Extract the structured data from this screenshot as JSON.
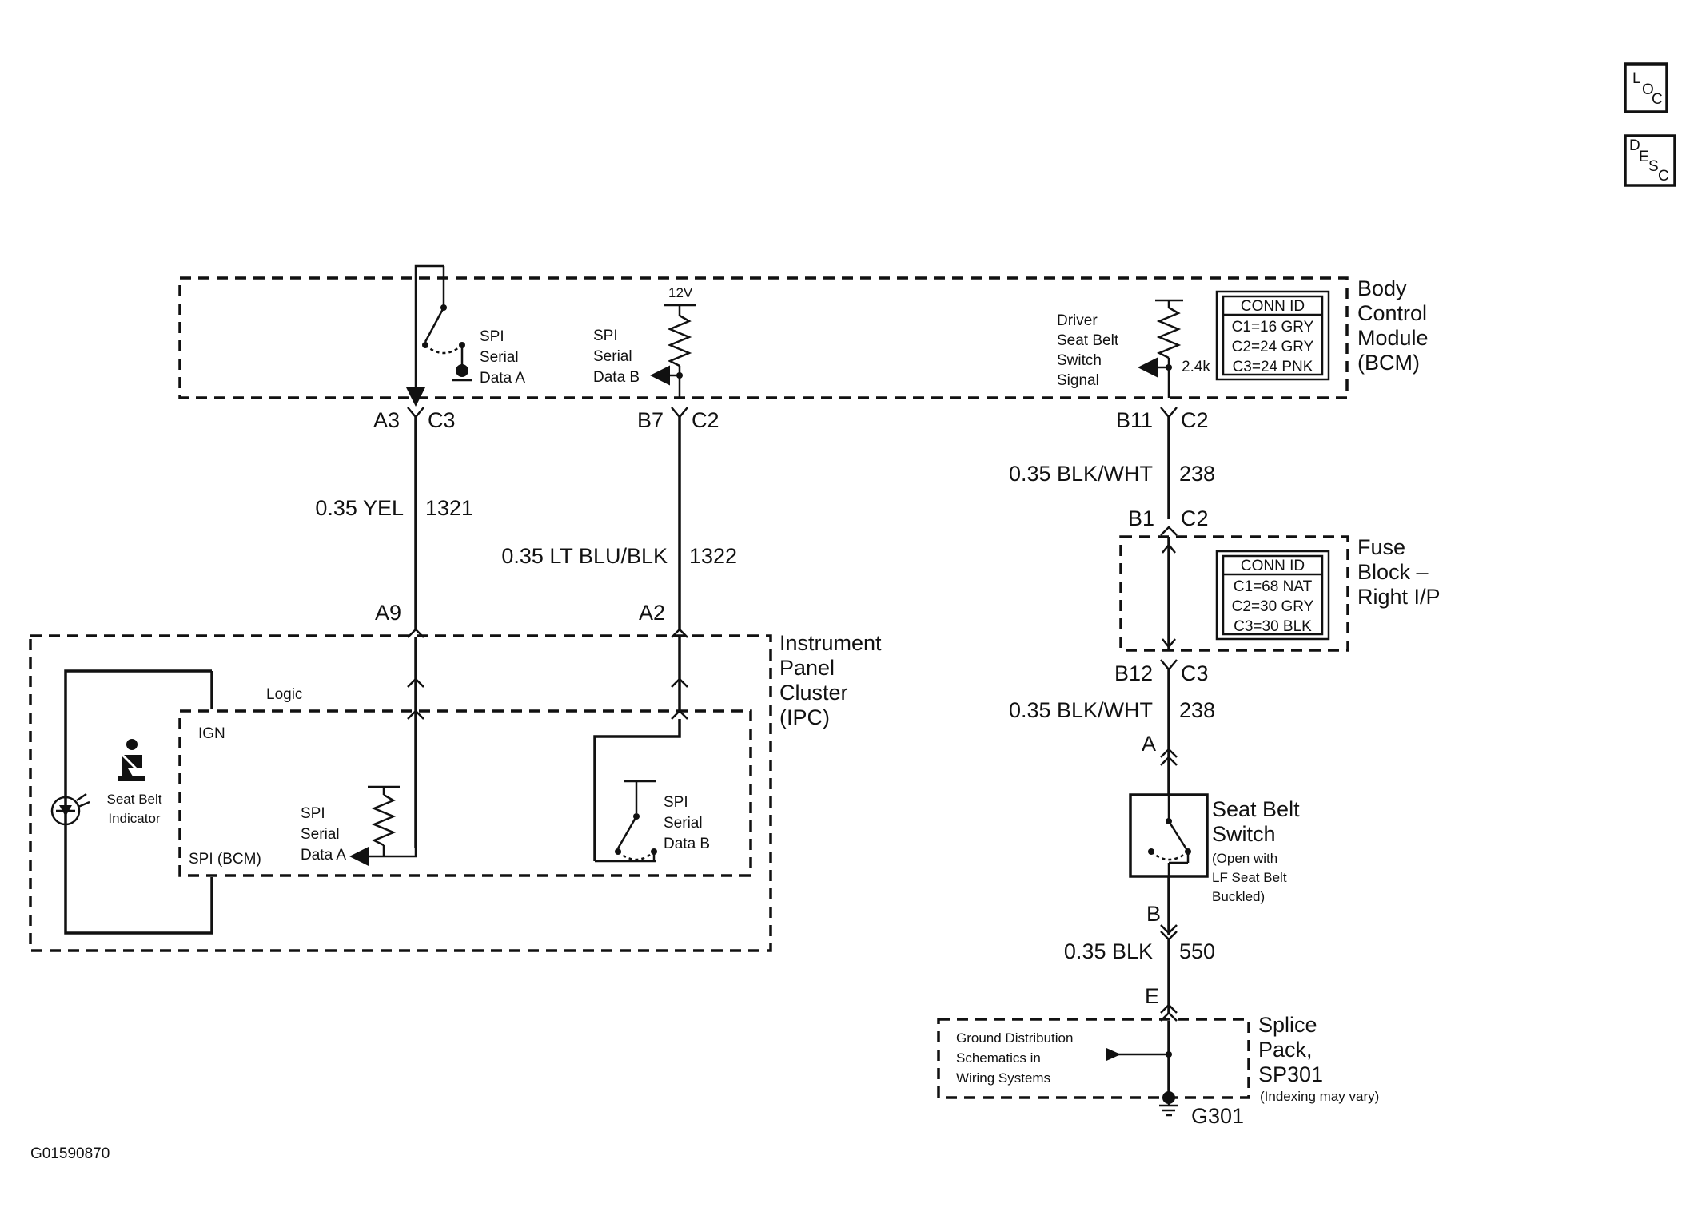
{
  "side_icons": {
    "loc": {
      "main": "L",
      "sub1": "O",
      "sub2": "C"
    },
    "desc": {
      "main": "D",
      "sub1": "E",
      "sub2": "S",
      "sub3": "C"
    }
  },
  "bcm": {
    "name_lines": [
      "Body",
      "Control",
      "Module",
      "(BCM)"
    ],
    "spi_a_lines": [
      "SPI",
      "Serial",
      "Data A"
    ],
    "spi_b_lines": [
      "SPI",
      "Serial",
      "Data B"
    ],
    "voltage": "12V",
    "driver_lines": [
      "Driver",
      "Seat Belt",
      "Switch",
      "Signal"
    ],
    "resistor": "2.4k",
    "conn_title": "CONN ID",
    "conn_rows": [
      "C1=16 GRY",
      "C2=24 GRY",
      "C3=24 PNK"
    ]
  },
  "wires": {
    "w1": {
      "top_pin": "A3",
      "top_conn": "C3",
      "gauge_color": "0.35 YEL",
      "circuit": "1321",
      "bottom_pin": "A9"
    },
    "w2": {
      "top_pin": "B7",
      "top_conn": "C2",
      "gauge_color": "0.35 LT BLU/BLK",
      "circuit": "1322",
      "bottom_pin": "A2"
    },
    "w3": {
      "top_pin": "B11",
      "top_conn": "C2",
      "gauge_color": "0.35 BLK/WHT",
      "circuit": "238",
      "fuse_pin": "B1",
      "fuse_conn": "C2"
    },
    "w4": {
      "top_pin": "B12",
      "top_conn": "C3",
      "gauge_color": "0.35 BLK/WHT",
      "circuit": "238",
      "switch_pin": "A"
    },
    "w5": {
      "switch_pin": "B",
      "gauge_color": "0.35 BLK",
      "circuit": "550",
      "splice_pin": "E"
    }
  },
  "fuse_block": {
    "name_lines": [
      "Fuse",
      "Block –",
      "Right I/P"
    ],
    "conn_title": "CONN ID",
    "conn_rows": [
      "C1=68 NAT",
      "C2=30 GRY",
      "C3=30 BLK"
    ]
  },
  "ipc": {
    "name_lines": [
      "Instrument",
      "Panel",
      "Cluster",
      "(IPC)"
    ],
    "logic": "Logic",
    "ign": "IGN",
    "spi_bcm": "SPI (BCM)",
    "indicator_lines": [
      "Seat Belt",
      "Indicator"
    ],
    "spi_a_lines": [
      "SPI",
      "Serial",
      "Data A"
    ],
    "spi_b_lines": [
      "SPI",
      "Serial",
      "Data B"
    ]
  },
  "seat_belt_switch": {
    "name_lines": [
      "Seat Belt",
      "Switch"
    ],
    "note_lines": [
      "(Open with",
      "LF Seat Belt",
      "Buckled)"
    ]
  },
  "splice": {
    "name_lines": [
      "Splice",
      "Pack,",
      "SP301"
    ],
    "note": "(Indexing may vary)",
    "ref_lines": [
      "Ground Distribution",
      "Schematics in",
      "Wiring Systems"
    ],
    "ground": "G301"
  },
  "figure_id": "G01590870"
}
